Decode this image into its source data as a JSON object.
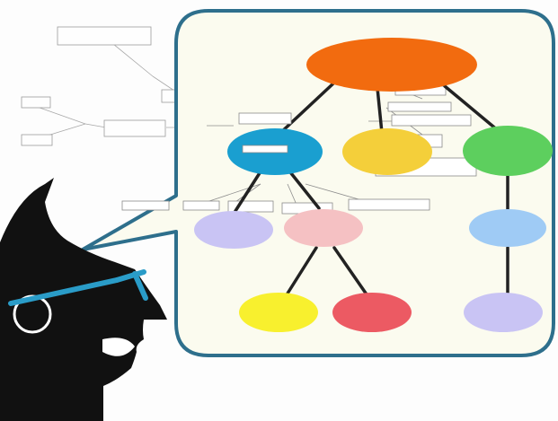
{
  "diagram": {
    "nodes": [
      {
        "id": "root",
        "color": "#f26b0f",
        "label": ""
      },
      {
        "id": "blue",
        "color": "#1a9fd0",
        "label": ""
      },
      {
        "id": "yellow-top",
        "color": "#f4cf3a",
        "label": ""
      },
      {
        "id": "green",
        "color": "#5dcf5e",
        "label": ""
      },
      {
        "id": "lavender-left",
        "color": "#c9c4f4",
        "label": ""
      },
      {
        "id": "pink",
        "color": "#f5c1c3",
        "label": ""
      },
      {
        "id": "light-blue",
        "color": "#9fcbf5",
        "label": ""
      },
      {
        "id": "yellow-bottom",
        "color": "#f8f02e",
        "label": ""
      },
      {
        "id": "red",
        "color": "#ec5a63",
        "label": ""
      },
      {
        "id": "lavender-right",
        "color": "#c9c4f4",
        "label": ""
      }
    ],
    "bubble_fill": "#fbfbef",
    "bubble_stroke": "#2e6f8c",
    "person_color": "#111111",
    "glasses_color": "#2a9cc8"
  }
}
